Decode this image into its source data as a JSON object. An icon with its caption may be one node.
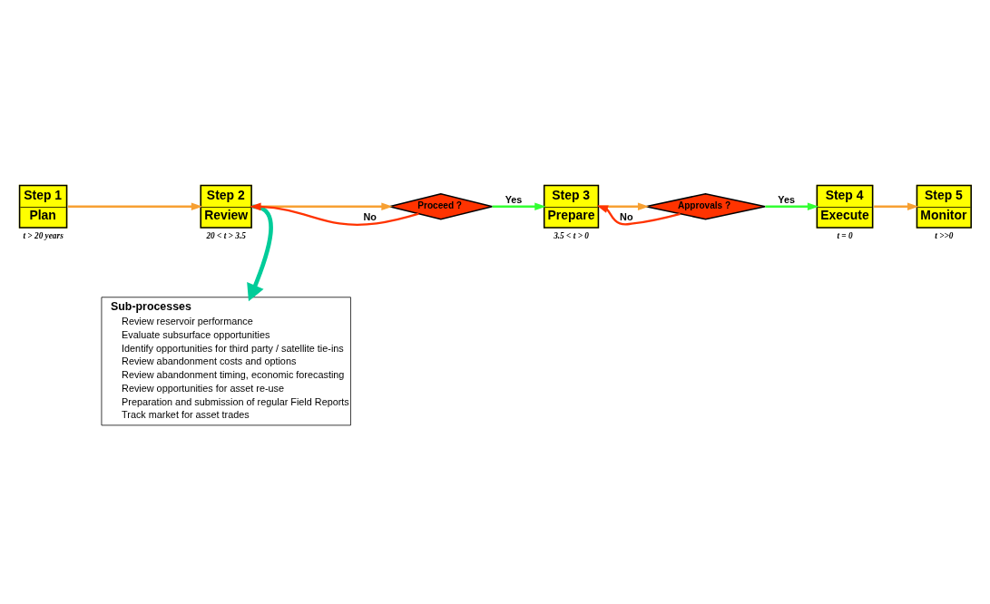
{
  "diagram": {
    "nodes": [
      {
        "text": [
          "Step 1",
          "Plan"
        ],
        "beside": [
          "t > 20 years"
        ]
      },
      {
        "text": [
          "Step 2",
          "Review"
        ],
        "beside": [
          "20 < t > 3.5"
        ]
      },
      {
        "text": [
          "Proceed ?"
        ]
      },
      {
        "text": [
          "Step 3",
          "Prepare"
        ],
        "beside": [
          "3.5 < t > 0"
        ]
      },
      {
        "text": [
          "Approvals ?"
        ]
      },
      {
        "text": [
          "Step 4",
          "Execute"
        ],
        "beside": [
          "t = 0"
        ]
      },
      {
        "text": [
          "Step 5",
          "Monitor"
        ],
        "beside": [
          "t >>0"
        ]
      },
      {
        "text": [
          "Sub-processes",
          "Review reservoir performance",
          "Evaluate subsurface opportunities",
          "Identify opportunities for third party / satellite tie-ins",
          "Review abandonment costs and options",
          "Review abandonment timing, economic forecasting",
          "Review opportunities for asset re-use",
          "Preparation and submission of regular Field Reports",
          "Track market for asset trades"
        ]
      }
    ],
    "edges": [
      {
        "from": 0,
        "to": 1,
        "arrow": "to"
      },
      {
        "from": 1,
        "to": 2,
        "arrow": "to"
      },
      {
        "from": 2,
        "to": 3,
        "arrow": "to",
        "label": "Yes",
        "color": "#33ff33"
      },
      {
        "from": 2,
        "to": 1,
        "arrow": "to",
        "label": "No",
        "color": "#ff3300"
      },
      {
        "from": 3,
        "to": 4,
        "arrow": "to"
      },
      {
        "from": 4,
        "to": 5,
        "arrow": "to",
        "label": "Yes",
        "color": "#33ff33"
      },
      {
        "from": 4,
        "to": 3,
        "arrow": "to",
        "label": "No",
        "color": "#ff3300"
      },
      {
        "from": 5,
        "to": 6,
        "arrow": "to"
      },
      {
        "from": 1,
        "to": 7,
        "arrow": "to",
        "style": "thick",
        "color": "#00cc99"
      }
    ]
  }
}
